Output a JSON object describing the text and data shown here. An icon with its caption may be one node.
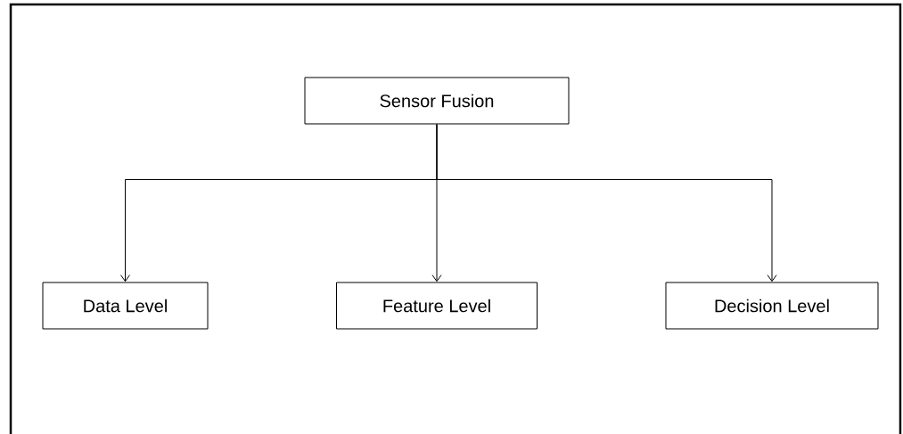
{
  "diagram": {
    "nodes": [
      {
        "text": [
          "Sensor Fusion"
        ]
      },
      {
        "text": [
          "Data Level"
        ]
      },
      {
        "text": [
          "Feature Level"
        ]
      },
      {
        "text": [
          "Decision Level"
        ]
      }
    ],
    "edges": [
      {
        "from": 0,
        "to": 1,
        "arrow": "to"
      },
      {
        "from": 0,
        "to": 2,
        "arrow": "to"
      },
      {
        "from": 0,
        "to": 3,
        "arrow": "to"
      }
    ]
  }
}
